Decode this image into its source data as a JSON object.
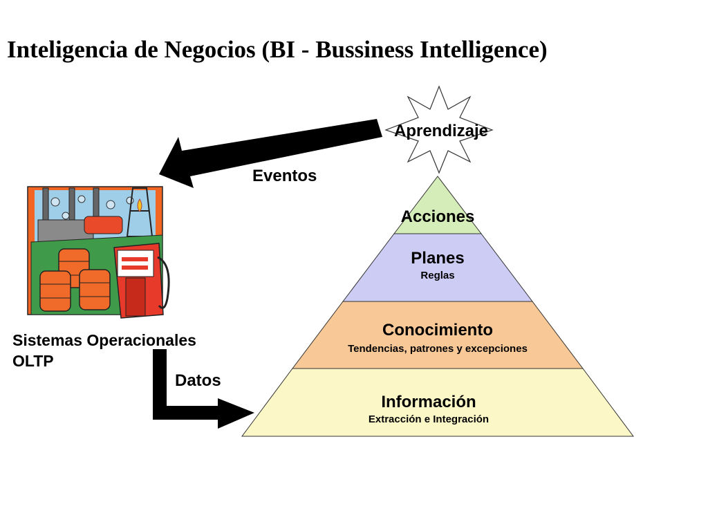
{
  "title": "Inteligencia de Negocios (BI - Bussiness Intelligence)",
  "flow": {
    "eventos_label": "Eventos",
    "datos_label": "Datos",
    "aprendizaje_label": "Aprendizaje"
  },
  "source": {
    "name": "Sistemas Operacionales",
    "acronym": "OLTP"
  },
  "pyramid": {
    "levels": [
      {
        "label": "Acciones",
        "sublabel": "",
        "color": "#d5edb9"
      },
      {
        "label": "Planes",
        "sublabel": "Reglas",
        "color": "#ccccf5"
      },
      {
        "label": "Conocimiento",
        "sublabel": "Tendencias, patrones y excepciones",
        "color": "#f8c896"
      },
      {
        "label": "Información",
        "sublabel": "Extracción e Integración",
        "color": "#fbf7c6"
      }
    ]
  },
  "colors": {
    "arrow": "#000000",
    "outline": "#333333",
    "barrel": "#f06a2a",
    "ground": "#3f9a4a",
    "pump": "#e83a2a"
  }
}
